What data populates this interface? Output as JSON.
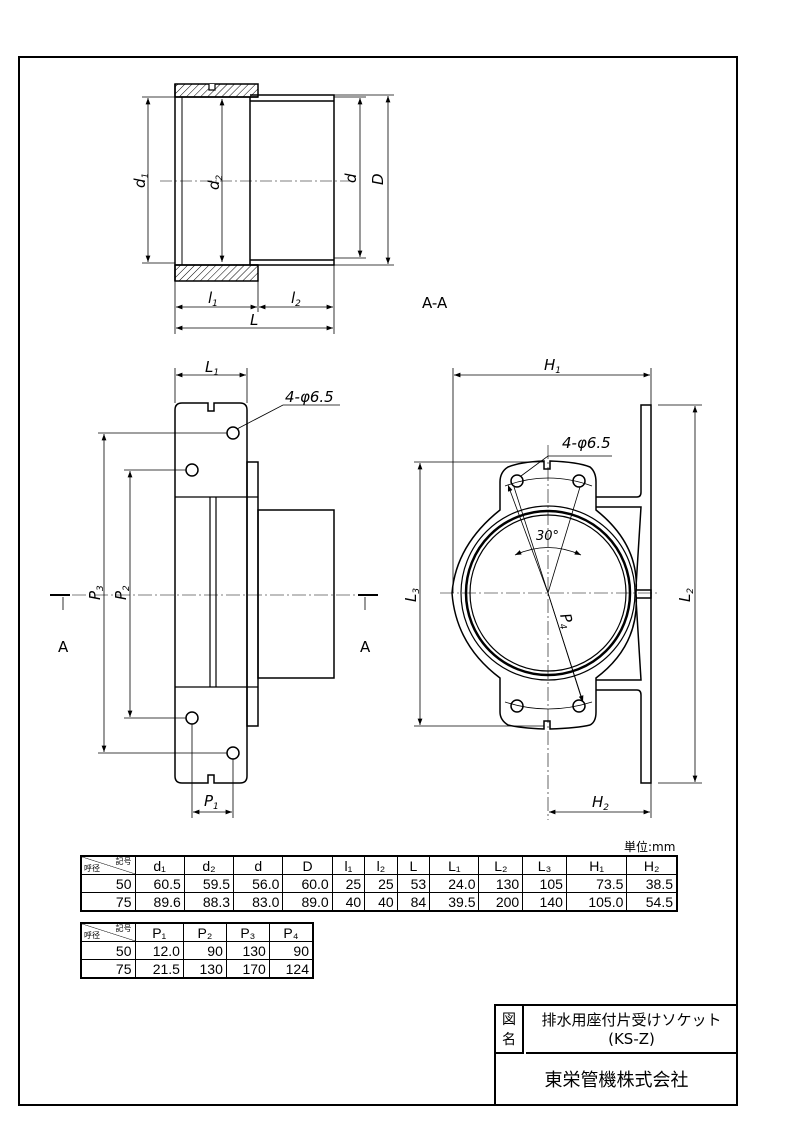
{
  "drawing": {
    "section_label": "A-A",
    "section_mark": "A",
    "hole_callout": "4-φ6.5",
    "angle": "30°",
    "dims": {
      "d1": {
        "main": "d",
        "sub": "1"
      },
      "d2": {
        "main": "d",
        "sub": "2"
      },
      "d": {
        "main": "d",
        "sub": ""
      },
      "D": {
        "main": "D",
        "sub": ""
      },
      "l1": {
        "main": "l",
        "sub": "1"
      },
      "l2": {
        "main": "l",
        "sub": "2"
      },
      "L": {
        "main": "L",
        "sub": ""
      },
      "L1": {
        "main": "L",
        "sub": "1"
      },
      "P1": {
        "main": "P",
        "sub": "1"
      },
      "P2": {
        "main": "P",
        "sub": "2"
      },
      "P3": {
        "main": "P",
        "sub": "3"
      },
      "P4": {
        "main": "P",
        "sub": "4"
      },
      "H1": {
        "main": "H",
        "sub": "1"
      },
      "H2": {
        "main": "H",
        "sub": "2"
      },
      "L2": {
        "main": "L",
        "sub": "2"
      },
      "L3": {
        "main": "L",
        "sub": "3"
      }
    }
  },
  "unit": "単位:mm",
  "table1": {
    "corner_symbol": "記号",
    "corner_size": "呼径",
    "headers": [
      "d₁",
      "d₂",
      "d",
      "D",
      "l₁",
      "l₂",
      "L",
      "L₁",
      "L₂",
      "L₃",
      "H₁",
      "H₂"
    ],
    "rows": [
      [
        "50",
        "60.5",
        "59.5",
        "56.0",
        "60.0",
        "25",
        "25",
        "53",
        "24.0",
        "130",
        "105",
        "73.5",
        "38.5"
      ],
      [
        "75",
        "89.6",
        "88.3",
        "83.0",
        "89.0",
        "40",
        "40",
        "84",
        "39.5",
        "200",
        "140",
        "105.0",
        "54.5"
      ]
    ]
  },
  "table2": {
    "corner_symbol": "記号",
    "corner_size": "呼径",
    "headers": [
      "P₁",
      "P₂",
      "P₃",
      "P₄"
    ],
    "rows": [
      [
        "50",
        "12.0",
        "90",
        "130",
        "90"
      ],
      [
        "75",
        "21.5",
        "130",
        "170",
        "124"
      ]
    ]
  },
  "title_block": {
    "kind_label_1": "図",
    "kind_label_2": "名",
    "name": "排水用座付片受けソケット",
    "model": "(KS-Z)",
    "company": "東栄管機株式会社"
  }
}
